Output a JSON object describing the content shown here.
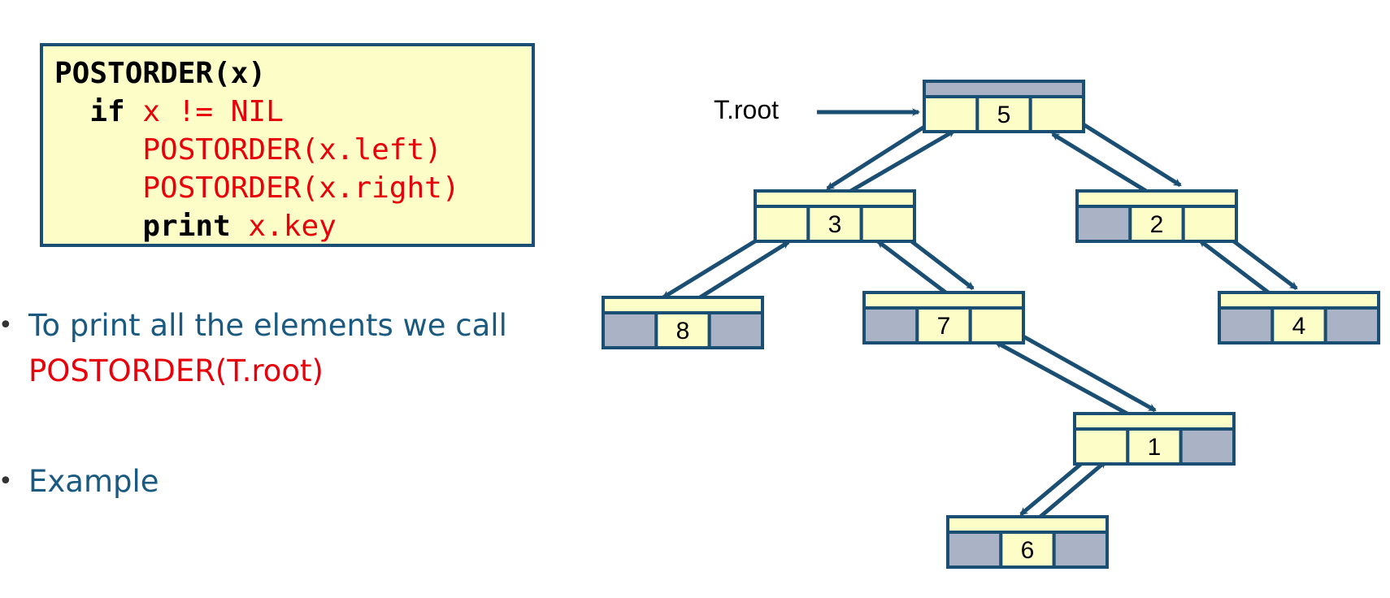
{
  "code": {
    "lines": [
      {
        "kw": "POSTORDER(x)",
        "rest": ""
      },
      {
        "kw": "if",
        "rest": " x != NIL"
      },
      {
        "kw": "",
        "rest": "POSTORDER(x.left)"
      },
      {
        "kw": "",
        "rest": "POSTORDER(x.right)"
      },
      {
        "kw": "print",
        "rest": " x.key"
      }
    ]
  },
  "bullets": [
    {
      "dot": "•",
      "line1": "To print all the elements we call",
      "line2": "POSTORDER(T.root)"
    },
    {
      "dot": "•",
      "line1": "Example",
      "line2": ""
    }
  ],
  "tree": {
    "root_label": "T.root",
    "nodes": [
      {
        "key": "5",
        "parent": "",
        "left": "3",
        "right": "2"
      },
      {
        "key": "3",
        "parent": "5",
        "left": "8",
        "right": "7"
      },
      {
        "key": "2",
        "parent": "5",
        "left": "",
        "right": "4"
      },
      {
        "key": "8",
        "parent": "3",
        "left": "",
        "right": ""
      },
      {
        "key": "7",
        "parent": "3",
        "left": "",
        "right": "1"
      },
      {
        "key": "4",
        "parent": "2",
        "left": "",
        "right": ""
      },
      {
        "key": "1",
        "parent": "7",
        "left": "6",
        "right": ""
      },
      {
        "key": "6",
        "parent": "1",
        "left": "",
        "right": ""
      }
    ]
  },
  "colors": {
    "node_fill": "#fdfdc7",
    "nil_fill": "#aab3c5",
    "stroke": "#1a4e73",
    "accent_red": "#e8000a",
    "text_blue": "#1b5a80"
  }
}
